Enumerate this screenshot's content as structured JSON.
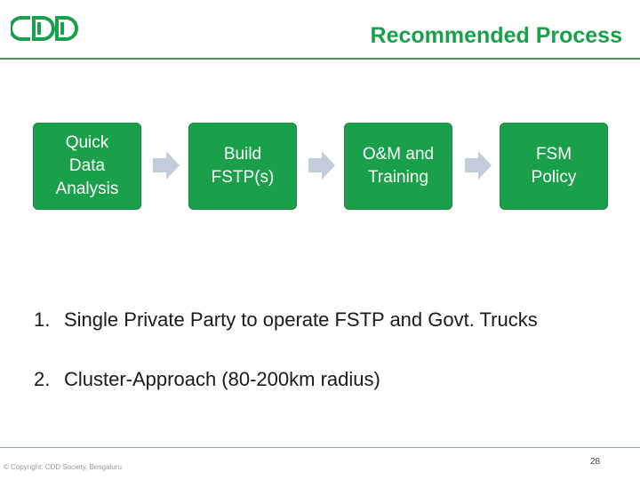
{
  "header": {
    "logo_text": "CDD",
    "logo_color": "#1aa04a",
    "title": "Recommended Process",
    "title_color": "#1aa04a"
  },
  "process": {
    "steps": [
      {
        "label": "Quick\nData\nAnalysis"
      },
      {
        "label": "Build\nFSTP(s)"
      },
      {
        "label": "O&M and\nTraining"
      },
      {
        "label": "FSM\nPolicy"
      }
    ],
    "box_color": "#1aa04a",
    "arrow_color": "#c3ccdc",
    "arrow_icon": "right-arrow-icon"
  },
  "list": {
    "items": [
      {
        "number": "1.",
        "text": "Single Private Party to operate FSTP and Govt. Trucks"
      },
      {
        "number": "2.",
        "text": "Cluster-Approach (80-200km radius)"
      }
    ]
  },
  "footer": {
    "copyright": "© Copyright: CDD Society, Bengaluru",
    "page_number": "28"
  }
}
